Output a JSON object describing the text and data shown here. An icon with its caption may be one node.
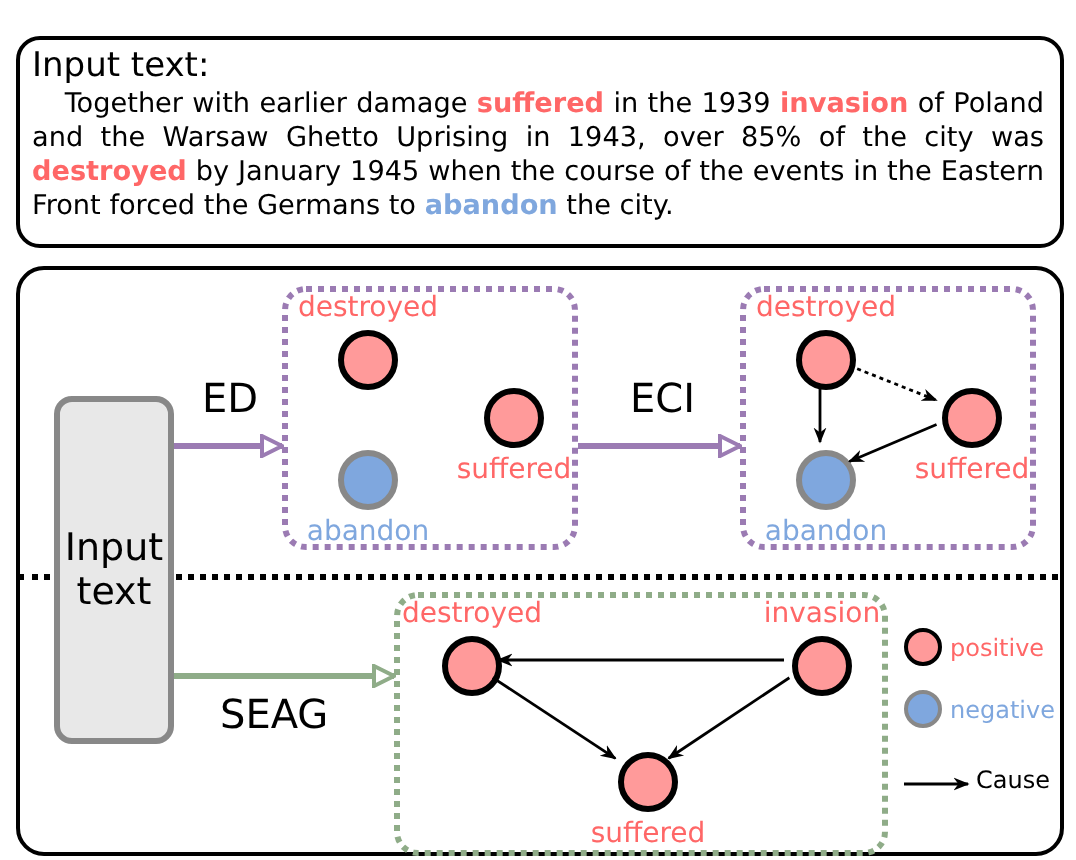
{
  "diagram": {
    "nodes": [
      {
        "text": [
          "Input text:",
          "Together with earlier damage **suffered** in the 1939 **invasion** of Poland and the Warsaw Ghetto Uprising in 1943, over 85% of the city was **destroyed** by January 1945 when the course of the events in the Eastern Front forced the Germans to **abandon** the city."
        ]
      },
      {
        "text": [
          "Input text"
        ]
      },
      {
        "text": [],
        "shape": "box"
      },
      {
        "text": [
          "destroyed"
        ],
        "in": 2
      },
      {
        "text": [
          "suffered"
        ],
        "in": 2
      },
      {
        "text": [
          "abandon"
        ],
        "in": 2
      },
      {
        "text": [],
        "shape": "box"
      },
      {
        "text": [
          "destroyed"
        ],
        "in": 6
      },
      {
        "text": [
          "suffered"
        ],
        "in": 6
      },
      {
        "text": [
          "abandon"
        ],
        "in": 6
      },
      {
        "text": [],
        "shape": "box"
      },
      {
        "text": [
          "destroyed"
        ],
        "in": 10
      },
      {
        "text": [
          "invasion"
        ],
        "in": 10
      },
      {
        "text": [
          "suffered"
        ],
        "in": 10
      }
    ],
    "edges": [
      {
        "from": 1,
        "to": 2,
        "arrow": "to",
        "label": "ED",
        "color": "#9b7bb3",
        "style": "thick"
      },
      {
        "from": 2,
        "to": 6,
        "arrow": "to",
        "label": "ECI",
        "color": "#9b7bb3",
        "style": "thick"
      },
      {
        "from": 1,
        "to": 10,
        "arrow": "to",
        "label": "SEAG",
        "color": "#8fac88",
        "style": "thick"
      },
      {
        "from": 7,
        "to": 8,
        "arrow": "to",
        "style": "dashed"
      },
      {
        "from": 7,
        "to": 9,
        "arrow": "to"
      },
      {
        "from": 8,
        "to": 9,
        "arrow": "to"
      },
      {
        "from": 12,
        "to": 11,
        "arrow": "to"
      },
      {
        "from": 11,
        "to": 13,
        "arrow": "to"
      },
      {
        "from": 12,
        "to": 13,
        "arrow": "to"
      }
    ],
    "legend": [
      {
        "text": "positive",
        "color": "#ff9a9a"
      },
      {
        "text": "negative",
        "color": "#7fa7de"
      },
      {
        "text": "Cause"
      }
    ]
  }
}
